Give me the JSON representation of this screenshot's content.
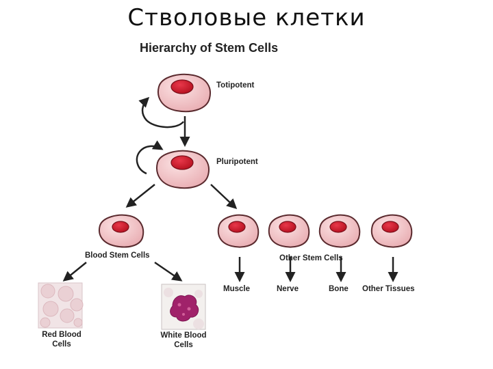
{
  "slide": {
    "title": "Стволовые  клетки"
  },
  "diagram": {
    "title": "Hierarchy of Stem Cells",
    "labels": {
      "totipotent": "Totipotent",
      "pluripotent": "Pluripotent",
      "blood_stem_cells": "Blood Stem Cells",
      "other_stem_cells": "Other Stem Cells",
      "muscle": "Muscle",
      "nerve": "Nerve",
      "bone": "Bone",
      "other_tissues": "Other Tissues",
      "red_blood_cells": "Red Blood Cells",
      "white_blood_cells": "White Blood Cells"
    }
  },
  "colors": {
    "cell_fill": "#f2c4c7",
    "cell_stroke": "#5a2a2e",
    "nucleus": "#d01f2e",
    "arrow": "#222222",
    "rbc_background": "#f1e4e6",
    "wbc_nucleus": "#a0226a"
  }
}
